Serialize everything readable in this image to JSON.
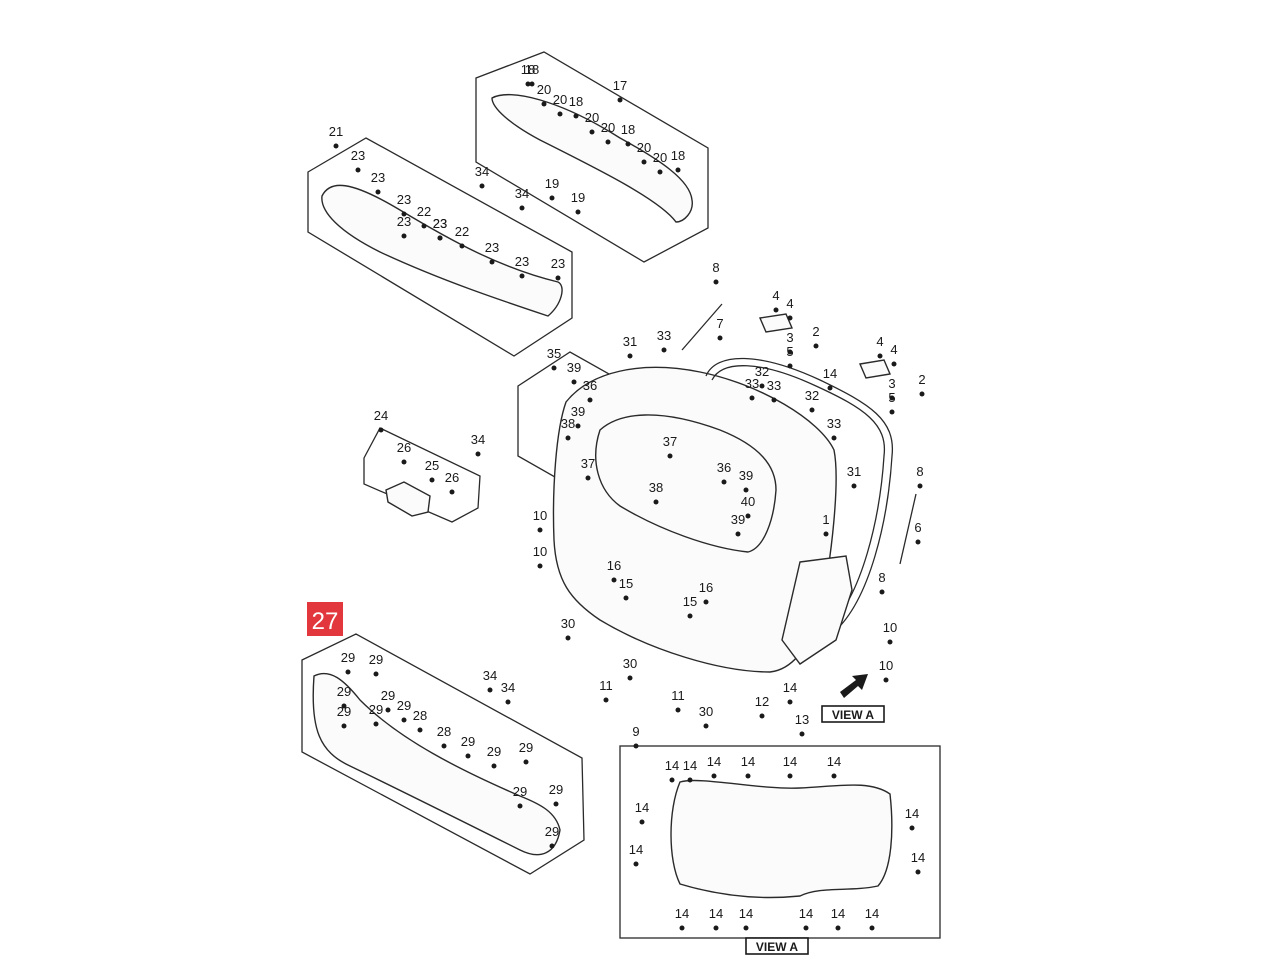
{
  "highlight": {
    "label": "27",
    "color": "#e2373c"
  },
  "view_labels": {
    "main": "VIEW A",
    "inset": "VIEW A"
  },
  "callouts": [
    "1",
    "2",
    "2",
    "3",
    "3",
    "4",
    "4",
    "4",
    "4",
    "5",
    "5",
    "6",
    "7",
    "8",
    "8",
    "8",
    "9",
    "10",
    "10",
    "10",
    "10",
    "11",
    "11",
    "12",
    "13",
    "14",
    "15",
    "15",
    "16",
    "16",
    "17",
    "18",
    "18",
    "18",
    "18",
    "18",
    "19",
    "19",
    "20",
    "20",
    "20",
    "20",
    "20",
    "20",
    "21",
    "22",
    "22",
    "23",
    "23",
    "23",
    "23",
    "23",
    "23",
    "23",
    "23",
    "23",
    "24",
    "25",
    "26",
    "26",
    "28",
    "28",
    "29",
    "29",
    "29",
    "29",
    "29",
    "29",
    "29",
    "29",
    "29",
    "29",
    "29",
    "29",
    "29",
    "30",
    "30",
    "30",
    "31",
    "31",
    "32",
    "32",
    "33",
    "33",
    "33",
    "33",
    "34",
    "34",
    "34",
    "34",
    "34",
    "35",
    "36",
    "36",
    "37",
    "37",
    "38",
    "38",
    "39",
    "39",
    "39",
    "39",
    "40",
    "14",
    "14",
    "14",
    "14",
    "14",
    "14",
    "14",
    "14",
    "14",
    "14",
    "14",
    "14",
    "14",
    "14",
    "14",
    "14",
    "14"
  ]
}
